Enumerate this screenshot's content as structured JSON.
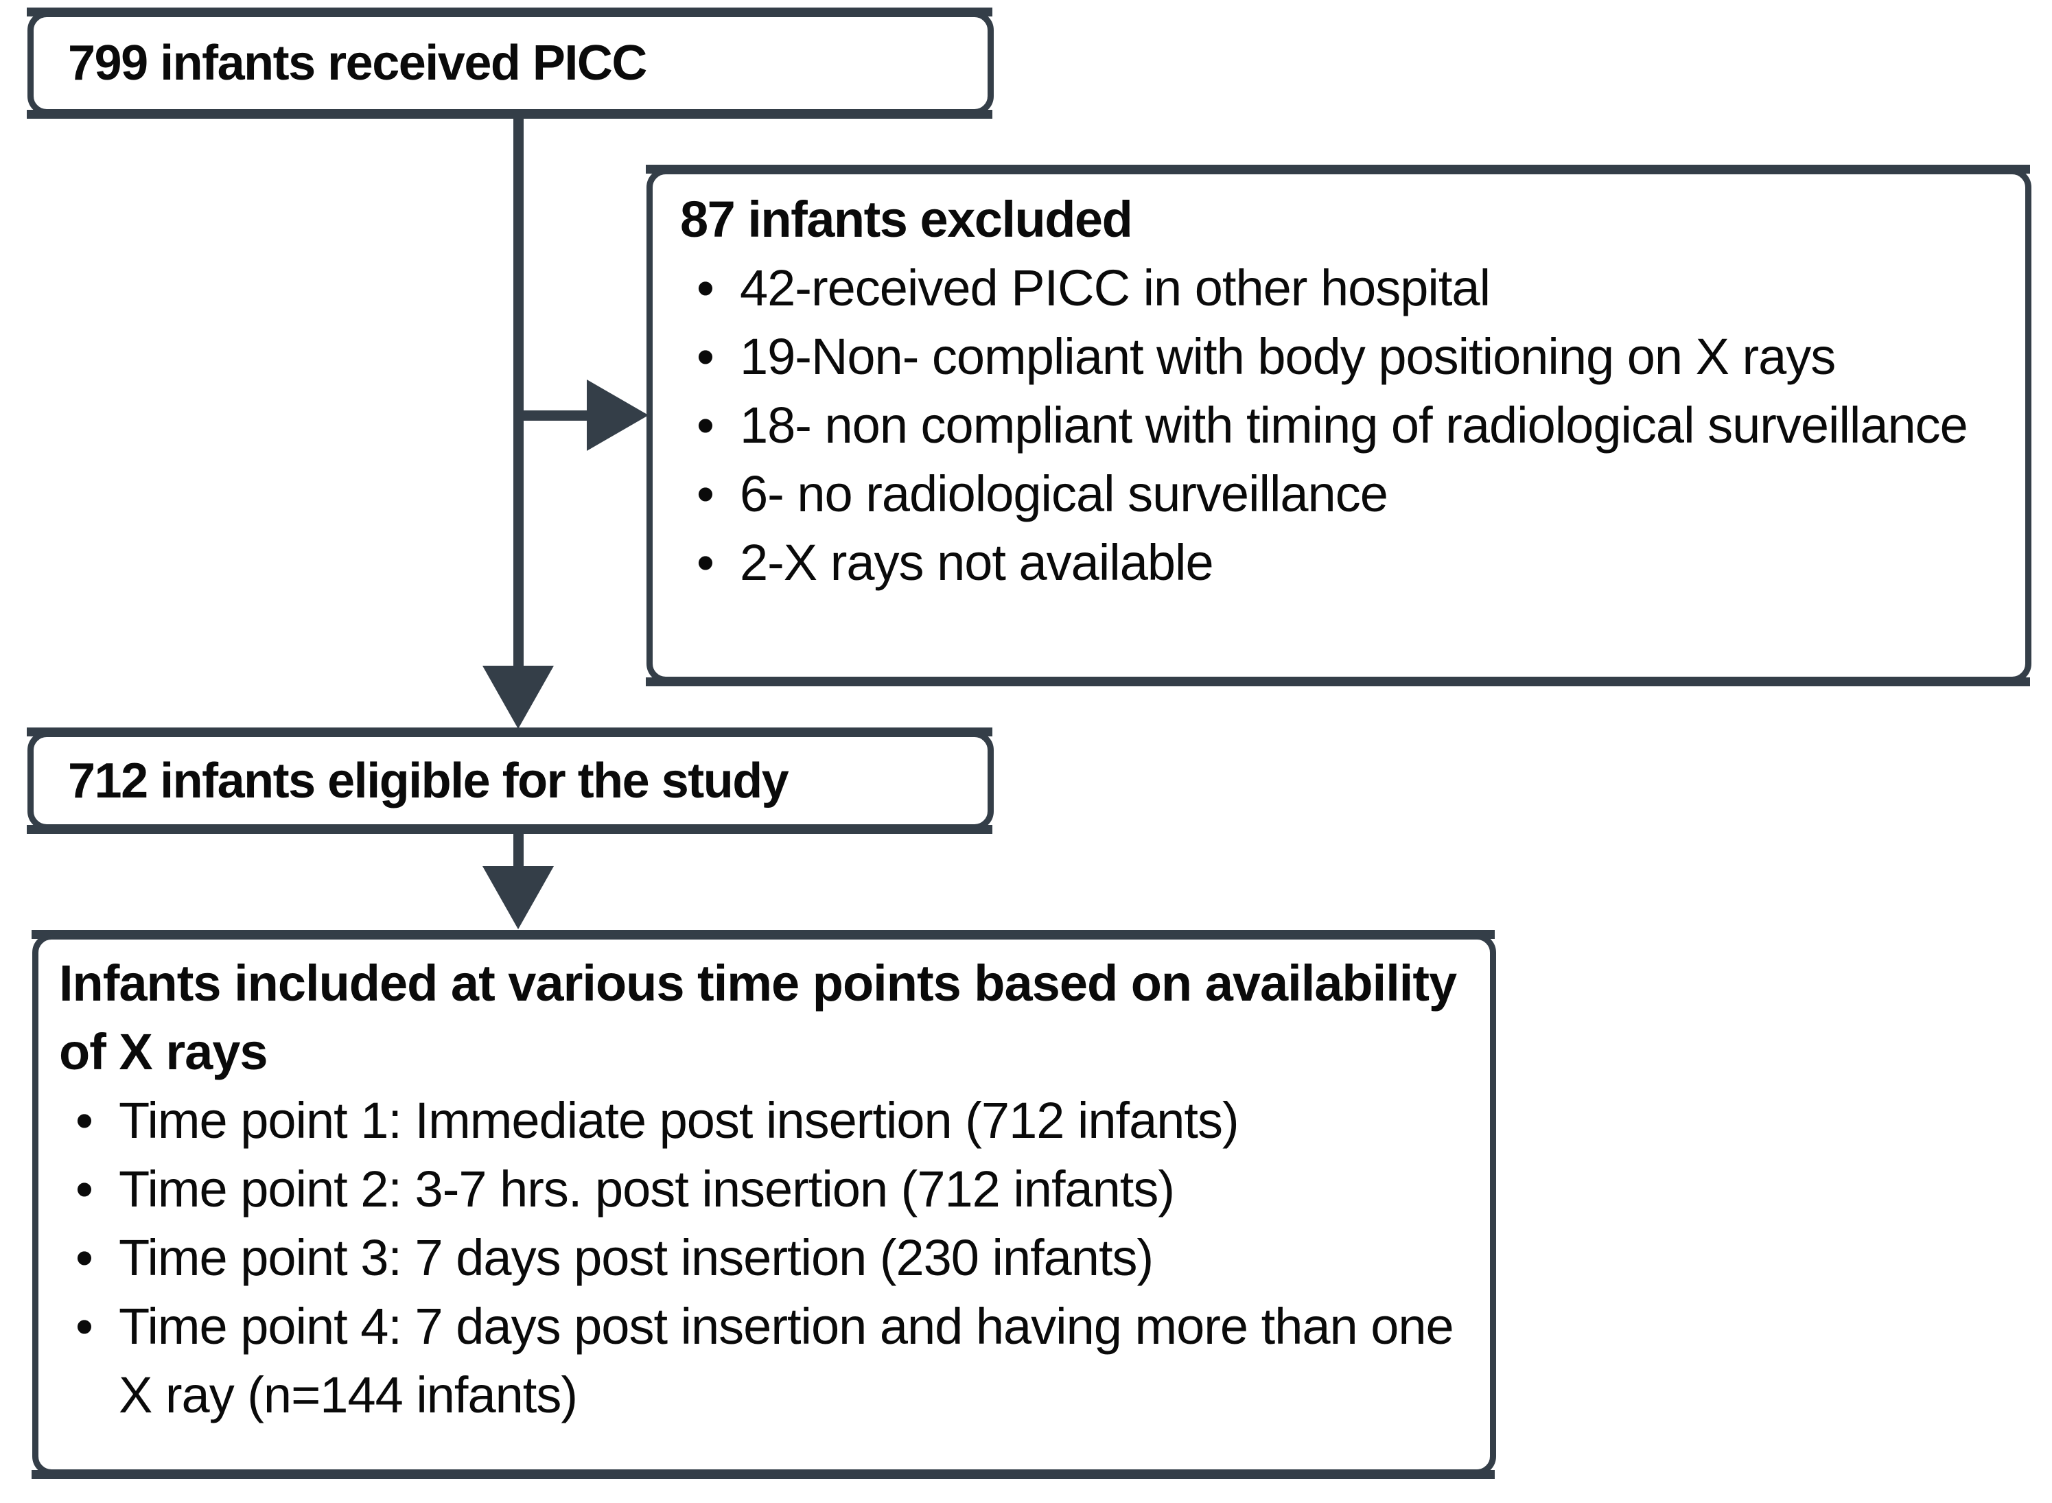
{
  "colors": {
    "line": "#343e48",
    "text": "#0a0a0a",
    "background": "#ffffff"
  },
  "boxes": {
    "received": {
      "title": "799 infants received PICC"
    },
    "excluded": {
      "title": "87 infants excluded",
      "bullets": [
        "42-received PICC in other hospital",
        "19-Non- compliant with body positioning on X rays",
        "18- non compliant with timing of radiological surveillance",
        "6- no radiological surveillance",
        "2-X rays not available"
      ]
    },
    "eligible": {
      "title": "712 infants eligible for the study"
    },
    "included": {
      "title": "Infants included at various time points based on availability of X rays",
      "bullets": [
        "Time point 1: Immediate post insertion (712 infants)",
        "Time point 2: 3-7 hrs. post insertion (712 infants)",
        "Time point 3: 7 days post insertion (230 infants)",
        "Time point 4: 7 days post insertion and having more than one X ray (n=144 infants)"
      ]
    }
  }
}
